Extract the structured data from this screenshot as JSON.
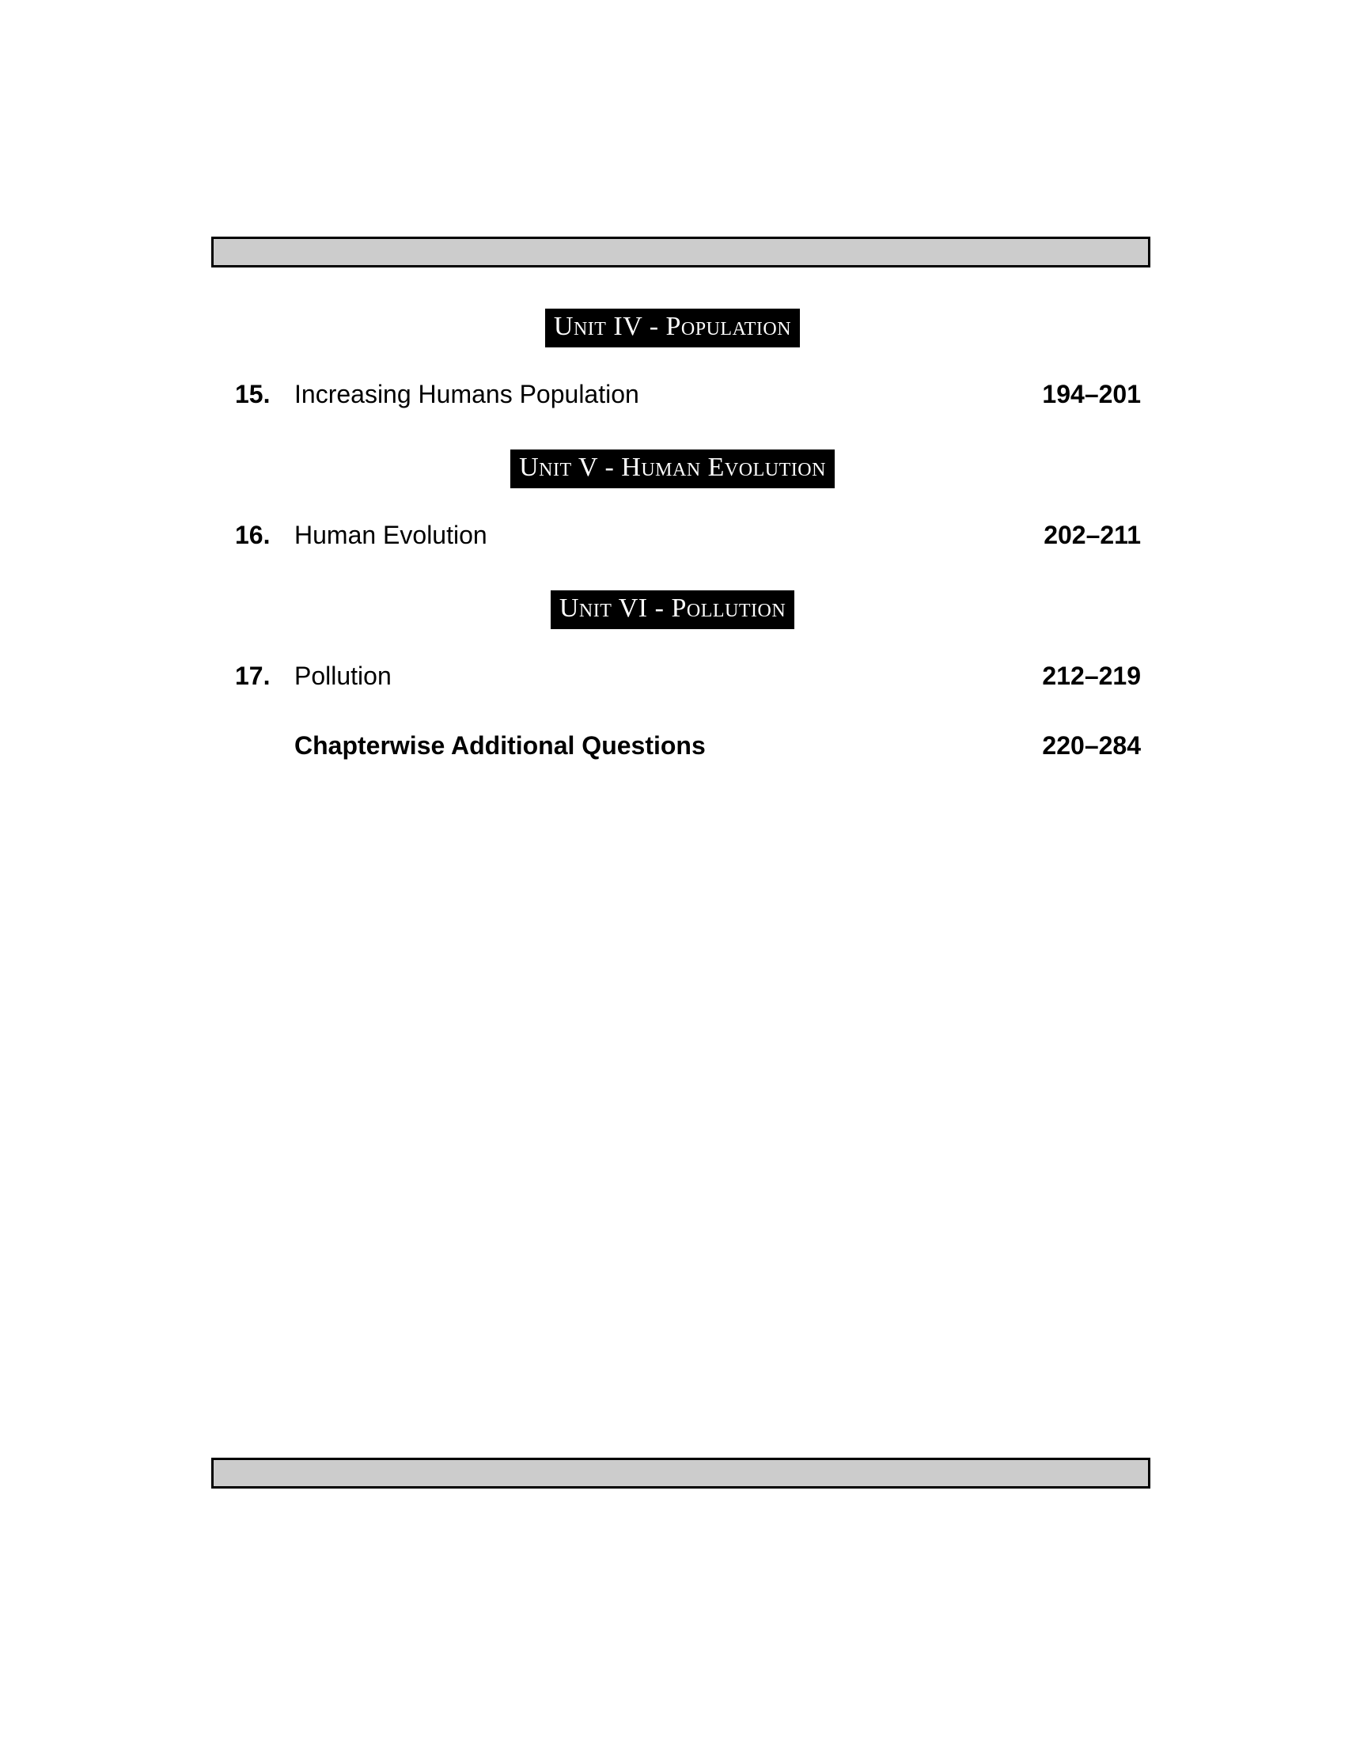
{
  "units": [
    {
      "label": "Unit IV - Population"
    },
    {
      "label": "Unit V - Human Evolution"
    },
    {
      "label": "Unit VI - Pollution"
    }
  ],
  "chapters": [
    {
      "number": "15.",
      "title": "Increasing Humans Population",
      "pages": "194–201"
    },
    {
      "number": "16.",
      "title": "Human Evolution",
      "pages": "202–211"
    },
    {
      "number": "17.",
      "title": "Pollution",
      "pages": "212–219"
    }
  ],
  "additional": {
    "title": "Chapterwise Additional Questions",
    "pages": "220–284"
  }
}
